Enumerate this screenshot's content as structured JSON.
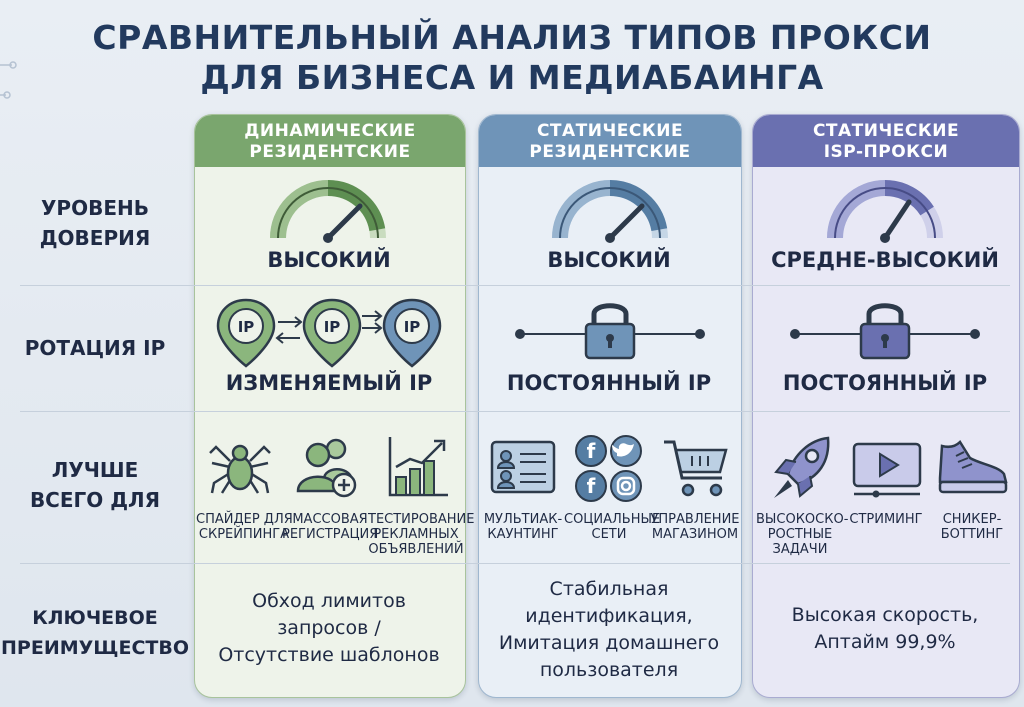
{
  "title": {
    "line1": "СРАВНИТЕЛЬНЫЙ АНАЛИЗ ТИПОВ ПРОКСИ",
    "line2": "ДЛЯ БИЗНЕСА И МЕДИАБАИНГА"
  },
  "rows": {
    "trust": [
      "УРОВЕНЬ",
      "ДОВЕРИЯ"
    ],
    "rotation": [
      "РОТАЦИЯ IP"
    ],
    "best": [
      "ЛУЧШЕ",
      "ВСЕГО ДЛЯ"
    ],
    "advantage": [
      "КЛЮЧЕВОЕ",
      "ПРЕИМУЩЕСТВО"
    ]
  },
  "columns": [
    {
      "header": [
        "ДИНАМИЧЕСКИЕ",
        "РЕЗИДЕНТСКИЕ"
      ],
      "trust_level": "ВЫСОКИЙ",
      "ip_mode": "ИЗМЕНЯЕМЫЙ IP",
      "ip_badge": "IP",
      "uses": [
        {
          "icon": "spider-icon",
          "label": [
            "СПАЙДЕР ДЛЯ",
            "СКРЕЙПИНГА"
          ]
        },
        {
          "icon": "users-add-icon",
          "label": [
            "МАССОВАЯ",
            "РЕГИСТРАЦИЯ"
          ]
        },
        {
          "icon": "bar-chart-icon",
          "label": [
            "ТЕСТИРОВАНИЕ",
            "РЕКЛАМНЫХ",
            "ОБЪЯВЛЕНИЙ"
          ]
        }
      ],
      "advantage": [
        "Обход лимитов",
        "запросов /",
        "Отсутствие шаблонов"
      ],
      "color": "#7aa66e"
    },
    {
      "header": [
        "СТАТИЧЕСКИЕ",
        "РЕЗИДЕНТСКИЕ"
      ],
      "trust_level": "ВЫСОКИЙ",
      "ip_mode": "ПОСТОЯННЫЙ IP",
      "uses": [
        {
          "icon": "id-card-icon",
          "label": [
            "МУЛЬТИАК-",
            "КАУНТИНГ"
          ]
        },
        {
          "icon": "social-icons",
          "label": [
            "СОЦИАЛЬНЫЕ",
            "СЕТИ"
          ]
        },
        {
          "icon": "shopping-cart-icon",
          "label": [
            "УПРАВЛЕНИЕ",
            "МАГАЗИНОМ"
          ]
        }
      ],
      "advantage": [
        "Стабильная",
        "идентификация,",
        "Имитация домашнего",
        "пользователя"
      ],
      "color": "#6f94b8"
    },
    {
      "header": [
        "СТАТИЧЕСКИЕ",
        "ISP-ПРОКСИ"
      ],
      "trust_level": "СРЕДНЕ-ВЫСОКИЙ",
      "ip_mode": "ПОСТОЯННЫЙ IP",
      "uses": [
        {
          "icon": "rocket-icon",
          "label": [
            "ВЫСОКОСКО-",
            "РОСТНЫЕ",
            "ЗАДАЧИ"
          ]
        },
        {
          "icon": "video-play-icon",
          "label": [
            "СТРИМИНГ"
          ]
        },
        {
          "icon": "sneaker-icon",
          "label": [
            "СНИКЕР-",
            "БОТТИНГ"
          ]
        }
      ],
      "advantage": [
        "Высокая скорость,",
        "Аптайм 99,9%"
      ],
      "color": "#6a70b0"
    }
  ]
}
